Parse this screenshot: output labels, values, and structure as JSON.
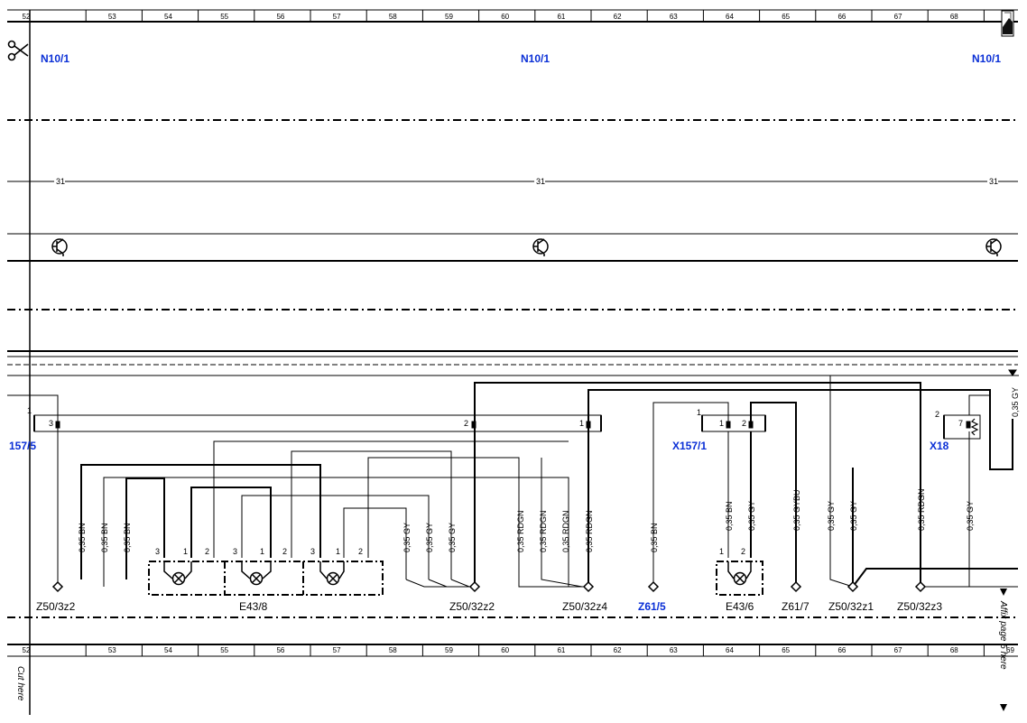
{
  "rulers": {
    "top": [
      "52",
      "53",
      "54",
      "55",
      "56",
      "57",
      "58",
      "59",
      "60",
      "61",
      "62",
      "63",
      "64",
      "65",
      "66",
      "67",
      "68",
      "69"
    ],
    "bottom": [
      "52",
      "53",
      "54",
      "55",
      "56",
      "57",
      "58",
      "59",
      "60",
      "61",
      "62",
      "63",
      "64",
      "65",
      "66",
      "67",
      "68",
      "69"
    ]
  },
  "top_components": {
    "n10_left": "N10/1",
    "n10_mid": "N10/1",
    "n10_right": "N10/1",
    "ground_marker_left": "31",
    "ground_marker_mid": "31",
    "ground_marker_right": "31"
  },
  "connectors": {
    "c157_5": "157/5",
    "x157_1": "X157/1",
    "x18": "X18"
  },
  "pins": {
    "c157_pin1": "1",
    "c157_pin3": "3",
    "c157_pin2": "2",
    "c157_pin1b": "1",
    "x157_pin1a": "1",
    "x157_pin1b": "1",
    "x157_pin2": "2",
    "x18_pin2": "2",
    "x18_pin7": "7",
    "lamp_a_3": "3",
    "lamp_a_1": "1",
    "lamp_a_2": "2",
    "lamp_b_3": "3",
    "lamp_b_1": "1",
    "lamp_b_2": "2",
    "lamp_c_3": "3",
    "lamp_c_1": "1",
    "lamp_c_2": "2",
    "e436_1": "1",
    "e436_2": "2"
  },
  "wires": {
    "w1": "0,35 BN",
    "w2": "0,35 BN",
    "w3": "0,35 BN",
    "w4": "0,35 GY",
    "w5": "0,35 GY",
    "w6": "0,35 GY",
    "w7": "0,35 RDGN",
    "w8": "0,35 RDGN",
    "w9": "0,35 RDGN",
    "w10": "0,35 RDGN",
    "w11": "0,35 BN",
    "w12": "0,35 BN",
    "w13": "0,35 GY",
    "w14": "0,35 GYBU",
    "w15": "0,35 GY",
    "w16": "0,35 GY",
    "w17": "0,35 RDGN",
    "w18": "0,35 GY",
    "w19": "0,35 GY"
  },
  "bottom_labels": {
    "z50_3z2": "Z50/3z2",
    "e43_8": "E43/8",
    "z50_32z2": "Z50/32z2",
    "z50_32z4": "Z50/32z4",
    "z61_5": "Z61/5",
    "e43_6": "E43/6",
    "z61_7": "Z61/7",
    "z50_32z1": "Z50/32z1",
    "z50_32z3": "Z50/32z3"
  },
  "margin_text": {
    "cut_here": "Cut here",
    "affix_page": "Affix page 5 here"
  },
  "colors": {
    "label_blue": "#0a2fd6",
    "line": "#000000"
  },
  "icons": {
    "scissors": "scissors-icon",
    "transistor": "transistor-icon",
    "lamp": "lamp-icon",
    "page_corner": "page-corner-icon"
  }
}
